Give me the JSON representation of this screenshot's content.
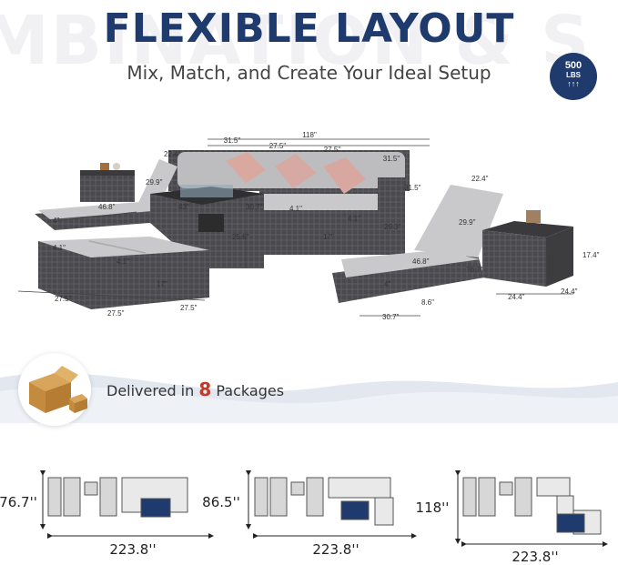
{
  "header": {
    "background_text": "MBINATION & S",
    "title": "FLEXIBLE LAYOUT",
    "subtitle": "Mix, Match, and Create Your Ideal Setup"
  },
  "badge": {
    "value": "500",
    "unit": "LBS",
    "arrows": "↑↑↑",
    "color": "#1f3b6e"
  },
  "dimensions": {
    "sofa_total": "118\"",
    "sofa_segments": [
      "31.5\"",
      "27.5\"",
      "27.5\"",
      "31.5\""
    ],
    "left_lounger_depth": "22.4\"",
    "left_lounger_height": "29.9\"",
    "left_lounger_length": "46.8\"",
    "left_lounger_leg": "4\"",
    "fire_table_a": "43\"",
    "fire_table_b": "30.7\"",
    "fire_table_height": "25.6\"",
    "armless_seat_height": "4.1\"",
    "sofa_seat_height": "4.1\"",
    "sofa_height": "17\"",
    "sofa_depth": "31.5\"",
    "corner_height": "29.3\"",
    "ottoman_seat": "4.1\"",
    "ottoman_seat_2": "4.1\"",
    "ottoman_height": "17\"",
    "ottoman_w1": "27.5\"",
    "ottoman_w2": "27.5\"",
    "ottoman_w3": "27.5\"",
    "right_lounger_depth": "22.4\"",
    "right_lounger_height": "29.9\"",
    "right_lounger_length": "46.8\"",
    "right_lounger_total": "76.7\"",
    "right_lounger_leg": "4\"",
    "right_lounger_side": "8.6\"",
    "right_lounger_width": "30.7\"",
    "side_table_height": "17.4\"",
    "side_table_w": "24.4\"",
    "side_table_d": "24.4\""
  },
  "delivery": {
    "prefix": "Delivered in",
    "count": "8",
    "suffix": "Packages"
  },
  "layouts": [
    {
      "height": "76.7''",
      "width": "223.8''"
    },
    {
      "height": "86.5''",
      "width": "223.8''"
    },
    {
      "height": "118''",
      "width": "223.8''"
    }
  ],
  "colors": {
    "title": "#1f3b6e",
    "accent": "#c0392b",
    "rattan": "#4a4a4e",
    "cushion": "#c9c9cb",
    "wave": "#dde4ee"
  }
}
